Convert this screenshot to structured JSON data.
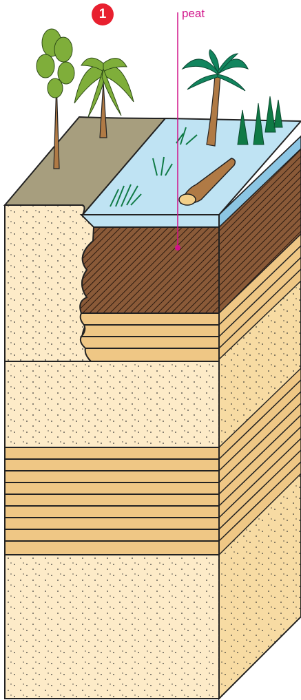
{
  "diagram": {
    "step_number": "1",
    "labels": {
      "peat": "peat"
    },
    "colors": {
      "label_magenta": "#d1138a",
      "badge_red": "#e8202f",
      "sand": "#fdebc8",
      "sand_side": "#f7dba3",
      "layered_band": "#efc785",
      "peat": "#8a5a38",
      "water": "#bfe3f3",
      "water_edge": "#8cc6e4",
      "ground": "#a79e7e",
      "tree_trunk": "#b07a45",
      "fern_green": "#7fae3a",
      "palm_green": "#12855e",
      "conifer_green": "#0f7a45"
    },
    "icons": [
      "tree-fern",
      "palm-tree",
      "conifer-tree",
      "fallen-log",
      "reed-plant"
    ]
  }
}
